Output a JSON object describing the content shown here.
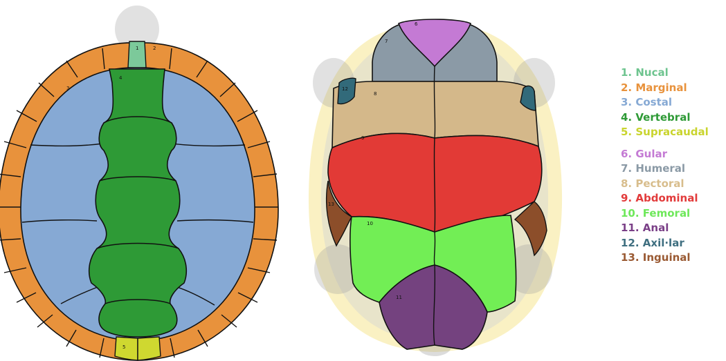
{
  "figure": {
    "carapace": {
      "scute_numbers": {
        "nucal": "1",
        "marginal": "2",
        "costal": "3",
        "vertebral": "4",
        "supracaudal": "5"
      }
    },
    "plastron": {
      "scute_numbers": {
        "gular": "6",
        "humeral": "7",
        "pectoral": "8",
        "abdominal": "9",
        "femoral": "10",
        "anal": "11",
        "axillar": "12",
        "inguinal": "13"
      }
    }
  },
  "legend": {
    "carapace_items": [
      {
        "label": "1. Nucal",
        "color": "#6ec48f"
      },
      {
        "label": "2. Marginal",
        "color": "#e8923c"
      },
      {
        "label": "3. Costal",
        "color": "#86a9d4"
      },
      {
        "label": "4. Vertebral",
        "color": "#2e9a36"
      },
      {
        "label": "5. Supracaudal",
        "color": "#c9d42e"
      }
    ],
    "plastron_items": [
      {
        "label": "6. Gular",
        "color": "#c47ad4"
      },
      {
        "label": "7. Humeral",
        "color": "#8b9aa6"
      },
      {
        "label": "8. Pectoral",
        "color": "#d8bd8c"
      },
      {
        "label": "9. Abdominal",
        "color": "#e23b3b"
      },
      {
        "label": "10. Femoral",
        "color": "#6ee85a"
      },
      {
        "label": "11. Anal",
        "color": "#7a3f87"
      },
      {
        "label": "12. Axil·lar",
        "color": "#3f6f80"
      },
      {
        "label": "13. Inguinal",
        "color": "#9a5a33"
      }
    ]
  },
  "colors": {
    "nucal": "#7cc99a",
    "marginal": "#e8923c",
    "costal": "#86a9d4",
    "vertebral": "#2e9a36",
    "supracaudal": "#cfd830",
    "gular": "#c47ad4",
    "humeral": "#8b9aa6",
    "pectoral": "#d4b88a",
    "abdominal": "#e23a36",
    "femoral": "#72ee55",
    "anal": "#74427f",
    "axillar": "#326a7a",
    "inguinal": "#8c4e2a"
  }
}
